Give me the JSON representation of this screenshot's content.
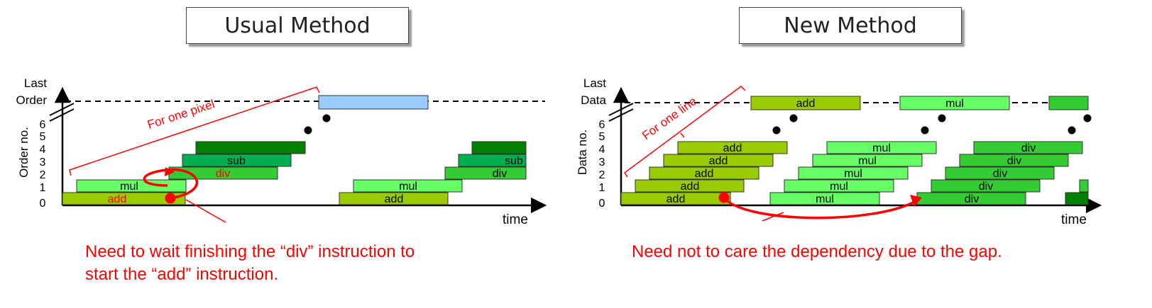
{
  "left": {
    "title": "Usual Method",
    "y_top_label": [
      "Last",
      "Order"
    ],
    "y_axis_label": "Order no.",
    "y_ticks": [
      "0",
      "1",
      "2",
      "3",
      "4",
      "5",
      "6"
    ],
    "x_label": "time",
    "brace_label": "For one pixel",
    "bars_group1": [
      "add",
      "mul",
      "div",
      "sub",
      "",
      ""
    ],
    "bars_group2": [
      "add",
      "mul",
      "div",
      "sub",
      ""
    ],
    "caption": "Need to wait finishing the “div” instruction to\nstart the “add” instruction.",
    "colors": {
      "add": "#99cc00",
      "mul": "#66ff66",
      "div": "#33cc33",
      "sub": "#00b050",
      "top": "#008000",
      "last": "#99ccff",
      "dep": "#ff0000"
    }
  },
  "right": {
    "title": "New Method",
    "y_top_label": [
      "Last",
      "Data"
    ],
    "y_axis_label": "Data no.",
    "y_ticks": [
      "0",
      "1",
      "2",
      "3",
      "4",
      "5",
      "6"
    ],
    "x_label": "time",
    "brace_label": "For one line",
    "groups": [
      [
        "add",
        "add",
        "add",
        "add",
        "add"
      ],
      [
        "mul",
        "mul",
        "mul",
        "mul",
        "mul"
      ],
      [
        "div",
        "div",
        "div",
        "div",
        "div"
      ]
    ],
    "last_row": [
      "add",
      "mul"
    ],
    "caption": "Need not to care the dependency due to the gap.",
    "colors": {
      "add": "#99cc00",
      "mul": "#66ff66",
      "div": "#33cc33",
      "dark": "#008000",
      "dep": "#ff0000"
    }
  }
}
